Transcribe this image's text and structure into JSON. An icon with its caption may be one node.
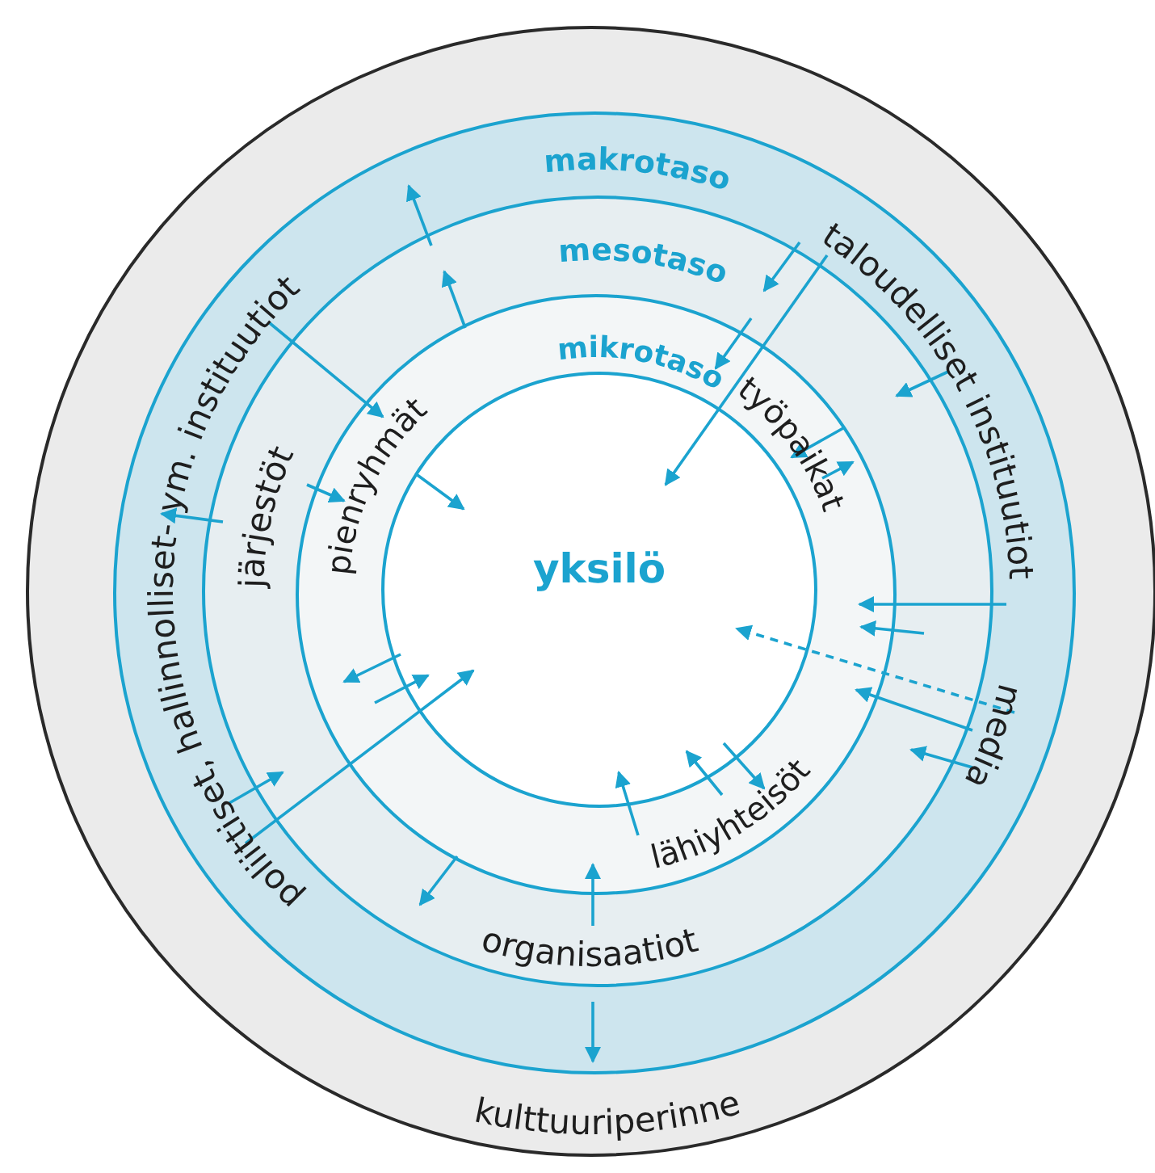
{
  "diagram": {
    "nodes": [
      {
        "text": [
          "kulttuuriperinne"
        ]
      },
      {
        "text": [
          "makrotaso"
        ],
        "in": 0
      },
      {
        "text": [
          "mesotaso"
        ],
        "in": 1
      },
      {
        "text": [
          "mikrotaso"
        ],
        "in": 2
      },
      {
        "text": [
          "yksilö"
        ],
        "in": 3
      }
    ],
    "labels": [
      "poliittiset, hallinnolliset- ym. instituutiot",
      "taloudelliset instituutiot",
      "järjestöt",
      "pienryhmät",
      "työpaikat",
      "media",
      "lähiyhteisöt",
      "organisaatiot"
    ]
  }
}
